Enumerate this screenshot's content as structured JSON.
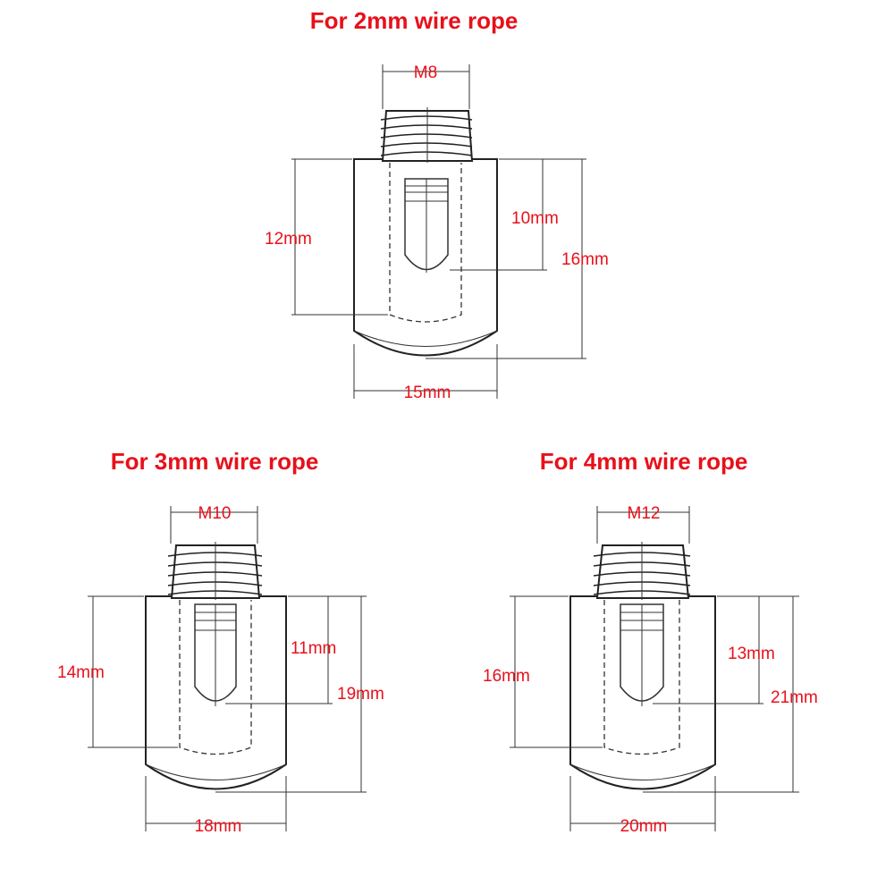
{
  "variants": [
    {
      "title": "For 2mm wire rope",
      "thread": "M8",
      "slot_length": "10mm",
      "inner_height": "12mm",
      "total_height": "16mm",
      "width": "15mm"
    },
    {
      "title": "For 3mm wire rope",
      "thread": "M10",
      "slot_length": "11mm",
      "inner_height": "14mm",
      "total_height": "19mm",
      "width": "18mm"
    },
    {
      "title": "For 4mm wire rope",
      "thread": "M12",
      "slot_length": "13mm",
      "inner_height": "16mm",
      "total_height": "21mm",
      "width": "20mm"
    }
  ],
  "colors": {
    "label": "#e8101a",
    "line": "#222222"
  }
}
